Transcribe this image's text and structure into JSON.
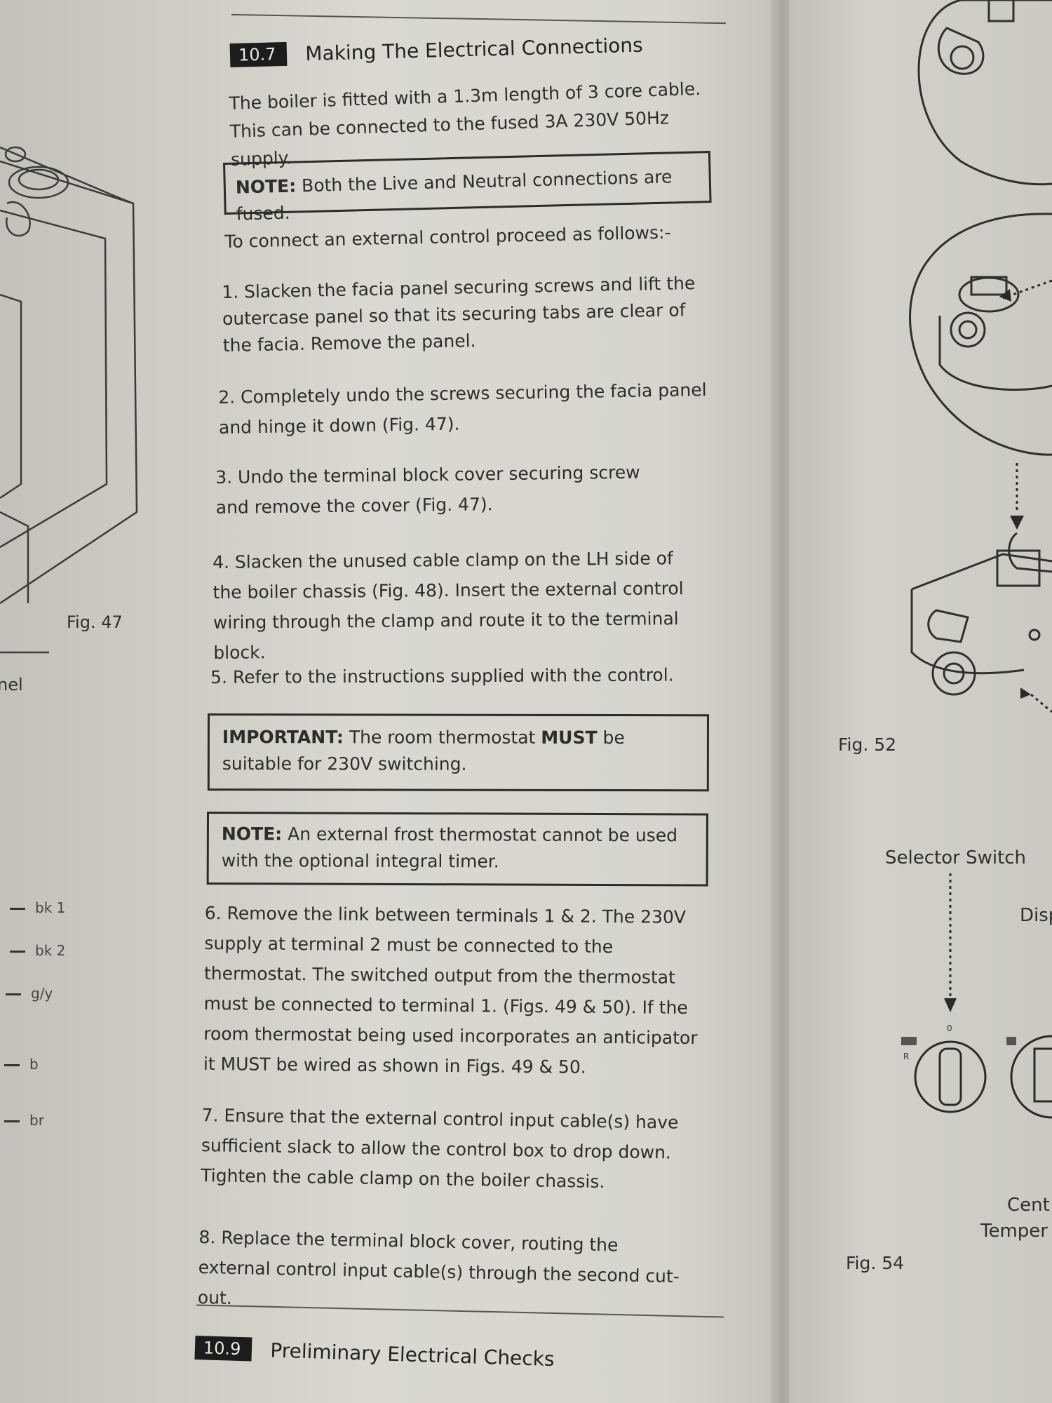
{
  "left_page": {
    "fig_label": "Fig. 47",
    "edge_word": "nel",
    "wire_labels": [
      "bk 1",
      "bk 2",
      "g/y",
      "b",
      "br"
    ]
  },
  "section_10_7": {
    "number": "10.7",
    "title": "Making The Electrical Connections",
    "intro": "The boiler is fitted with a 1.3m length of 3 core cable. This can be connected to the fused 3A 230V 50Hz supply.",
    "note1_label": "NOTE:",
    "note1_text": " Both the Live and Neutral connections are fused.",
    "lead_in": "To connect an external control proceed as follows:-",
    "steps": [
      "1. Slacken the facia panel securing screws and lift the outercase panel so that its securing tabs are clear of the facia. Remove the panel.",
      "2. Completely undo the screws securing the facia panel and hinge it down (Fig. 47).",
      "3. Undo the terminal block cover securing screw and remove the cover (Fig. 47).",
      "4. Slacken the unused cable clamp on the LH side of the boiler chassis (Fig. 48). Insert the external control wiring through the clamp and route it to the terminal block.",
      "5. Refer to the instructions supplied with the control.",
      "6. Remove the link between terminals 1 & 2. The 230V supply at terminal 2 must be connected to the thermostat. The switched output from the thermostat must be connected to terminal 1. (Figs. 49 & 50). If the room thermostat being used incorporates an anticipator it MUST be wired as shown in Figs. 49 & 50.",
      "7. Ensure that the external control input cable(s) have sufficient slack to allow the control box to drop down. Tighten the cable clamp on the boiler chassis.",
      "8. Replace the terminal block cover, routing the external control input cable(s) through the second cut-out."
    ],
    "important_label": "IMPORTANT:",
    "important_text_1": " The room thermostat ",
    "important_must": "MUST",
    "important_text_2": " be suitable for 230V switching.",
    "note2_label": "NOTE:",
    "note2_text": " An external frost thermostat cannot be used with the optional integral timer."
  },
  "section_10_9": {
    "number": "10.9",
    "title": "Preliminary Electrical Checks"
  },
  "right_page": {
    "fig52": "Fig. 52",
    "selector_switch": "Selector Switch",
    "edge_disp": "Disp",
    "dial_zero": "0",
    "dial_r": "R",
    "edge_cent": "Cent",
    "edge_temper": "Temper",
    "fig54": "Fig. 54"
  }
}
